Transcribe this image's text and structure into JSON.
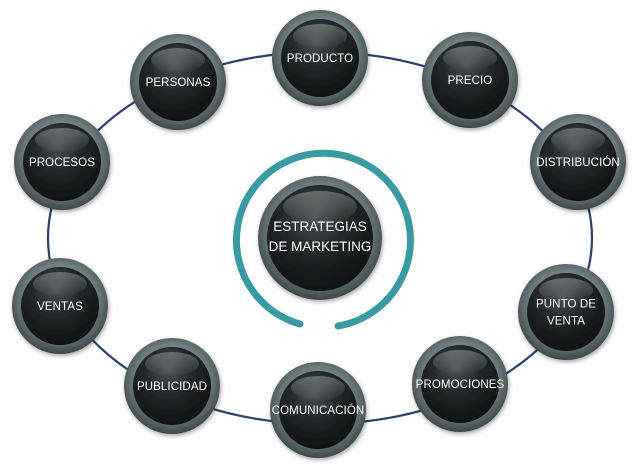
{
  "center": {
    "lines": [
      "ESTRATEGIAS",
      "DE MARKETING"
    ]
  },
  "nodes": [
    {
      "id": "producto",
      "lines": [
        "PRODUCTO"
      ]
    },
    {
      "id": "precio",
      "lines": [
        "PRECIO"
      ]
    },
    {
      "id": "distribucion",
      "lines": [
        "DISTRIBUCIÓN"
      ]
    },
    {
      "id": "punto-de-venta",
      "lines": [
        "PUNTO DE",
        "VENTA"
      ]
    },
    {
      "id": "promociones",
      "lines": [
        "PROMOCIONES"
      ]
    },
    {
      "id": "comunicacion",
      "lines": [
        "COMUNICACIÓN"
      ]
    },
    {
      "id": "publicidad",
      "lines": [
        "PUBLICIDAD"
      ]
    },
    {
      "id": "ventas",
      "lines": [
        "VENTAS"
      ]
    },
    {
      "id": "procesos",
      "lines": [
        "PROCESOS"
      ]
    },
    {
      "id": "personas",
      "lines": [
        "PERSONAS"
      ]
    }
  ],
  "colors": {
    "ring": "#2a3f6e",
    "center_ring": "#3a9aa2",
    "node_dark": "#1a1d1f",
    "node_rim": "#5d6a6d",
    "label": "#ffffff"
  }
}
